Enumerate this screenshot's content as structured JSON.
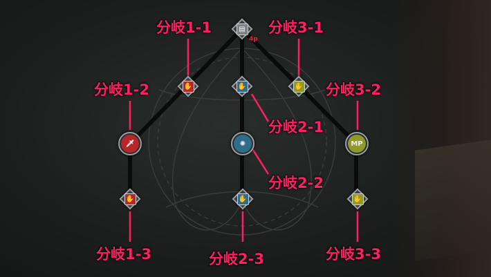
{
  "labels": {
    "b1_1": "分岐1-1",
    "b1_2": "分岐1-2",
    "b1_3": "分岐1-3",
    "b2_1": "分岐2-1",
    "b2_2": "分岐2-2",
    "b2_3": "分岐2-3",
    "b3_1": "分岐3-1",
    "b3_2": "分岐3-2",
    "b3_3": "分岐3-3"
  },
  "root_badge": "4p",
  "mp_node_text": "MP",
  "colors": {
    "annotation": "#ff1f63",
    "branch1": "#b8262a",
    "branch2": "#2e6e8c",
    "branch3": "#8e9a2a",
    "root": "#7c8184",
    "connector": "#0d0d0d"
  },
  "icons": {
    "root": "skill-stack-icon",
    "branch1": "hand-strike-icon",
    "branch2": "hand-strike-icon",
    "branch3": "hand-strike-icon",
    "sword": "sword-icon",
    "orb": "magic-orb-icon",
    "mp": "mp-icon"
  }
}
